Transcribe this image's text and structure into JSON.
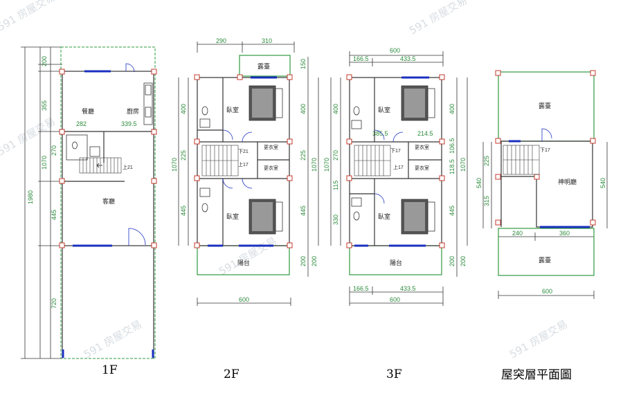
{
  "floors": {
    "f1": {
      "label": "1F",
      "rooms": {
        "dining": "餐廳",
        "kitchen": "廚房",
        "living": "客廳"
      },
      "dims": {
        "d200": "200",
        "d355": "355",
        "d270": "270",
        "d1070": "1070",
        "d445": "445",
        "d720": "720",
        "d1980": "1980",
        "d282": "282",
        "d3395": "339.5"
      },
      "stair": "上21"
    },
    "f2": {
      "label": "2F",
      "rooms": {
        "terrace": "露臺",
        "bed1": "臥室",
        "bed2": "臥室",
        "closet1": "更衣室",
        "closet2": "更衣室",
        "balcony": "陽台"
      },
      "dims": {
        "top290": "290",
        "top310": "310",
        "bottom600": "600",
        "l400": "400",
        "l225": "225",
        "l1070": "1070",
        "l445": "445",
        "r150": "150",
        "r400": "400",
        "r225": "225",
        "r1070": "1070",
        "r445": "445",
        "r200": "200",
        "r200b": "200"
      },
      "stair_down": "下21",
      "stair_up": "上17"
    },
    "f3": {
      "label": "3F",
      "rooms": {
        "bed1": "臥室",
        "bed2": "臥室",
        "closet1": "更衣室",
        "closet2": "更衣室",
        "balcony": "陽台"
      },
      "dims": {
        "top600": "600",
        "top1665": "166.5",
        "top4335": "433.5",
        "mid3855": "385.5",
        "mid2145": "214.5",
        "bot1665": "166.5",
        "bot4335": "433.5",
        "bot600": "600",
        "l400": "400",
        "l270": "270",
        "l1070": "1070",
        "l115": "115",
        "l330": "330",
        "r400": "400",
        "r1065": "106.5",
        "r1185": "118.5",
        "r1070": "1070",
        "r445": "445",
        "r200": "200",
        "r200b": "200"
      },
      "stair_down": "下17",
      "stair_up": "上17"
    },
    "roof": {
      "label": "屋突層平面圖",
      "rooms": {
        "terrace_top": "露臺",
        "hall": "神明廳",
        "terrace_bottom": "露臺"
      },
      "dims": {
        "l225": "225",
        "l540": "540",
        "l315": "315",
        "r540": "540",
        "b240": "240",
        "b360": "360",
        "b600": "600"
      },
      "stair_down": "下17"
    }
  },
  "watermarks": [
    "591 房屋交易",
    "591 房屋交易",
    "591 房屋交易",
    "591 房屋交易",
    "591 房屋交易",
    "591 房屋交易"
  ]
}
